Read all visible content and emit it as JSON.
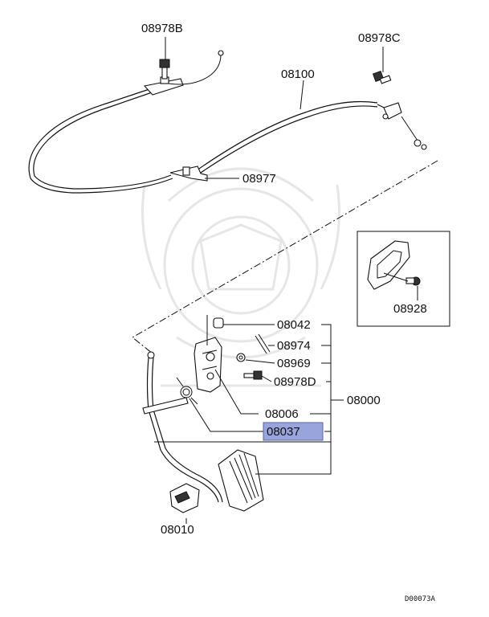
{
  "labels": {
    "p08978b": "08978B",
    "p08978c": "08978C",
    "p08100": "08100",
    "p08977": "08977",
    "p08928": "08928",
    "p08042": "08042",
    "p08974": "08974",
    "p08969": "08969",
    "p08978d": "08978D",
    "p08000": "08000",
    "p08006": "08006",
    "p08037": "08037",
    "p08010": "08010"
  },
  "highlighted_part": "08037",
  "diagram_code": "D00073A",
  "colors": {
    "line": "#111111",
    "highlight": "#9aa4dc",
    "watermark": "#e6e6e6"
  }
}
